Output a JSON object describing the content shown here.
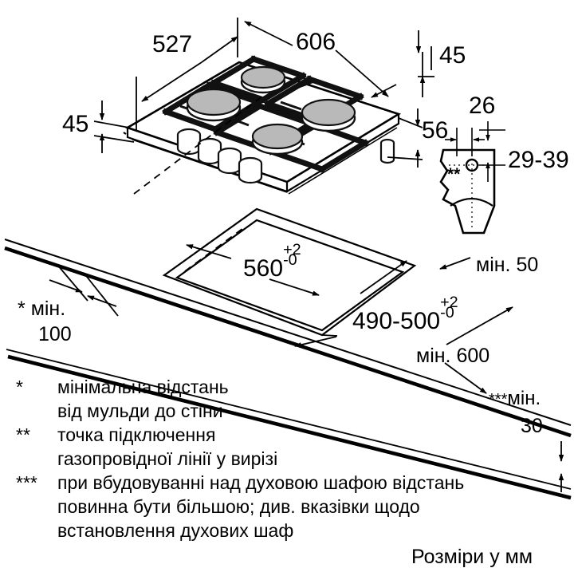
{
  "document": {
    "type": "installation-dimension-drawing",
    "subject": "gas-hob-cutout-dimensions",
    "language": "uk",
    "units_note": "Розміри у мм",
    "ink_color": "#000000",
    "background_color": "#ffffff",
    "burner_cap_color": "#b4b4b4"
  },
  "hob": {
    "burner_count": 4,
    "knob_count": 4,
    "dimensions": {
      "width_606": "606",
      "depth_527": "527",
      "front_overhang_45": "45",
      "right_overhang_45": "45",
      "height_56": "56"
    }
  },
  "detail": {
    "title_marker": "**",
    "offset_26": "26",
    "range_29_39": "29-39"
  },
  "cutout": {
    "width_value": "560",
    "width_tol_plus": "+2",
    "width_tol_minus": "-0",
    "depth_value": "490-500",
    "depth_tol_plus": "+2",
    "depth_tol_minus": "-0"
  },
  "clearances": [
    {
      "id": "min-100",
      "mark": "*",
      "text": "мін.",
      "value": "100"
    },
    {
      "id": "min-50",
      "mark": "",
      "text": "мін. 50",
      "value": ""
    },
    {
      "id": "min-600",
      "mark": "",
      "text": "мін. 600",
      "value": ""
    },
    {
      "id": "min-30",
      "mark": "***",
      "text": "мін.",
      "value": "30"
    }
  ],
  "footnotes": [
    {
      "mark": "*",
      "lines": [
        "мінімальна відстань",
        "від мульди до стіни"
      ]
    },
    {
      "mark": "**",
      "lines": [
        "точка підключення",
        "газопровідної лінії у вирізі"
      ]
    },
    {
      "mark": "***",
      "lines": [
        "при вбудовуванні над духовою шафою відстань",
        "повинна бути більшою; див. вказівки щодо",
        "встановлення духових шаф"
      ]
    }
  ]
}
